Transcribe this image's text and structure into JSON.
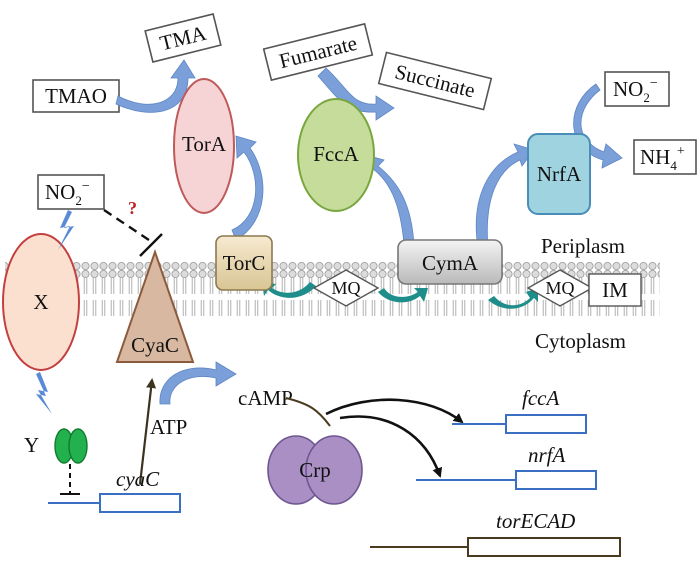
{
  "substrates": {
    "tma": "TMA",
    "tmao": "TMAO",
    "fumarate": "Fumarate",
    "succinate": "Succinate",
    "no2_top_base": "NO",
    "no2_top_sub": "2",
    "no2_top_sup": "−",
    "nh4_base": "NH",
    "nh4_sub": "4",
    "nh4_sup": "+",
    "no2_left_base": "NO",
    "no2_left_sub": "2",
    "no2_left_sup": "−"
  },
  "proteins": {
    "tora": "TorA",
    "fcca": "FccA",
    "nrfa": "NrfA",
    "torc": "TorC",
    "cyma": "CymA",
    "x": "X",
    "y": "Y",
    "cyac": "CyaC",
    "crp": "Crp"
  },
  "membrane": {
    "mq": "MQ",
    "im": "IM",
    "periplasm": "Periplasm",
    "cytoplasm": "Cytoplasm"
  },
  "signals": {
    "question_mark": "?",
    "camp": "cAMP",
    "atp": "ATP"
  },
  "genes": {
    "cyac": "cyaC",
    "fcca": "fccA",
    "nrfa": "nrfA",
    "torecad": "torECAD"
  },
  "colors": {
    "blue_arrow": "#7a9fd9",
    "teal_arrow": "#1f8e8a",
    "tora_fill": "#f6d4d6",
    "tora_stroke": "#c05a5a",
    "fcca_fill": "#c6dc9a",
    "fcca_stroke": "#7aa63e",
    "nrfa_fill": "#9fd3e0",
    "nrfa_stroke": "#4a8db8",
    "torc_fill": "#ecdcb6",
    "x_fill": "#fbe0d0",
    "x_stroke": "#c44040",
    "y_fill": "#22b14c",
    "cyac_fill": "#d8b8a0",
    "cyac_stroke": "#8c5a3c",
    "crp_fill": "#a98fc4",
    "gene_blue": "#3a6fc4",
    "gene_dark": "#4a3a20"
  }
}
